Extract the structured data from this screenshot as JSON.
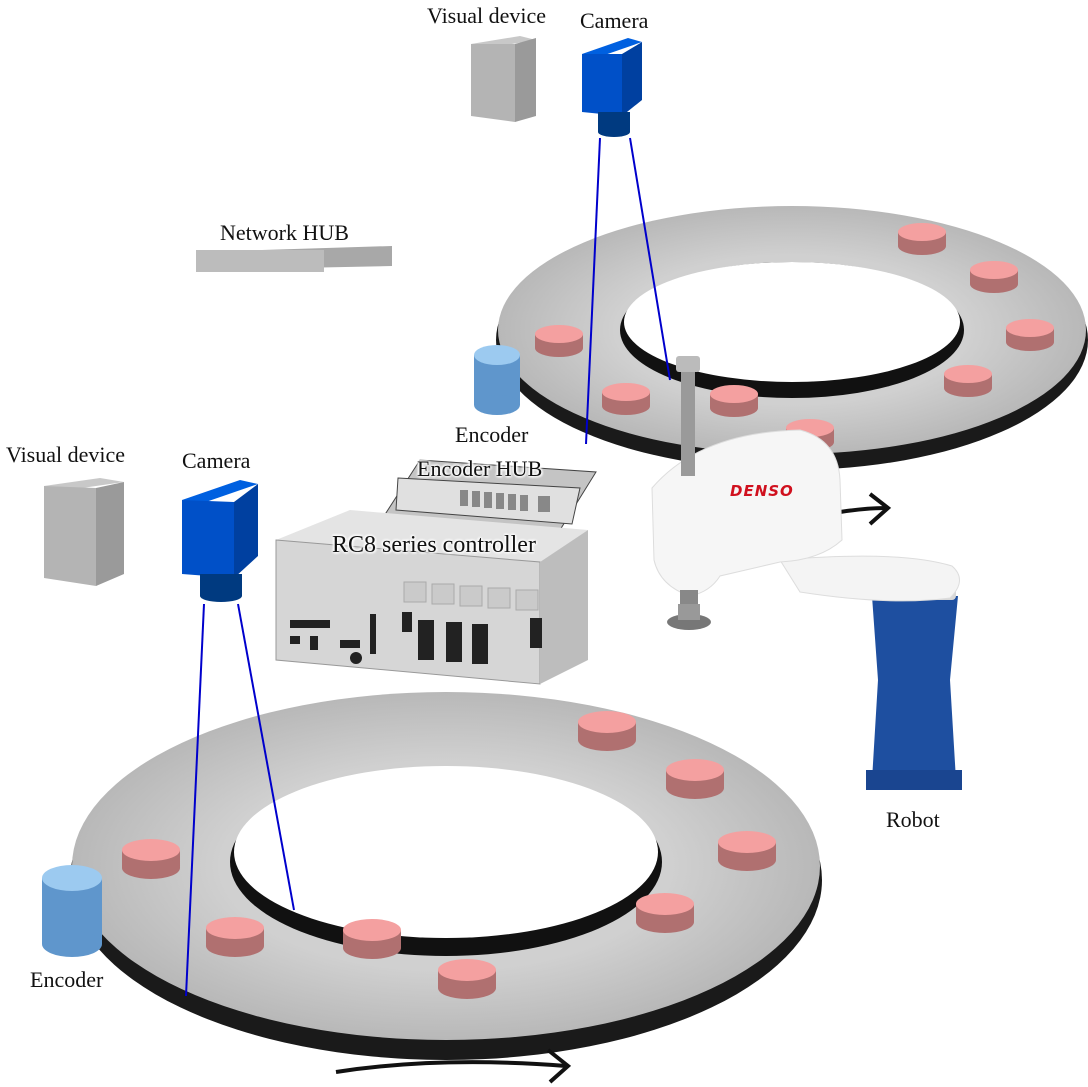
{
  "diagram": {
    "title": "RC8 conveyor tracking system",
    "labels": {
      "visual_device_top": "Visual device",
      "camera_top": "Camera",
      "network_hub": "Network HUB",
      "encoder_top": "Encoder",
      "encoder_hub": "Encoder HUB",
      "controller": "RC8 series controller",
      "visual_device_left": "Visual device",
      "camera_left": "Camera",
      "encoder_bottom": "Encoder",
      "robot": "Robot",
      "robot_brand": "DENSO"
    },
    "colors": {
      "camera_blue": "#0050c8",
      "device_gray": "#b4b4b4",
      "encoder_blue": "#6fa6d8",
      "workpiece_red": "#f08a8a",
      "turntable_gray": "#c8c8c8",
      "camera_line": "#0000cc",
      "robot_base": "#1e4fa0",
      "brand_red": "#d0101e"
    }
  }
}
